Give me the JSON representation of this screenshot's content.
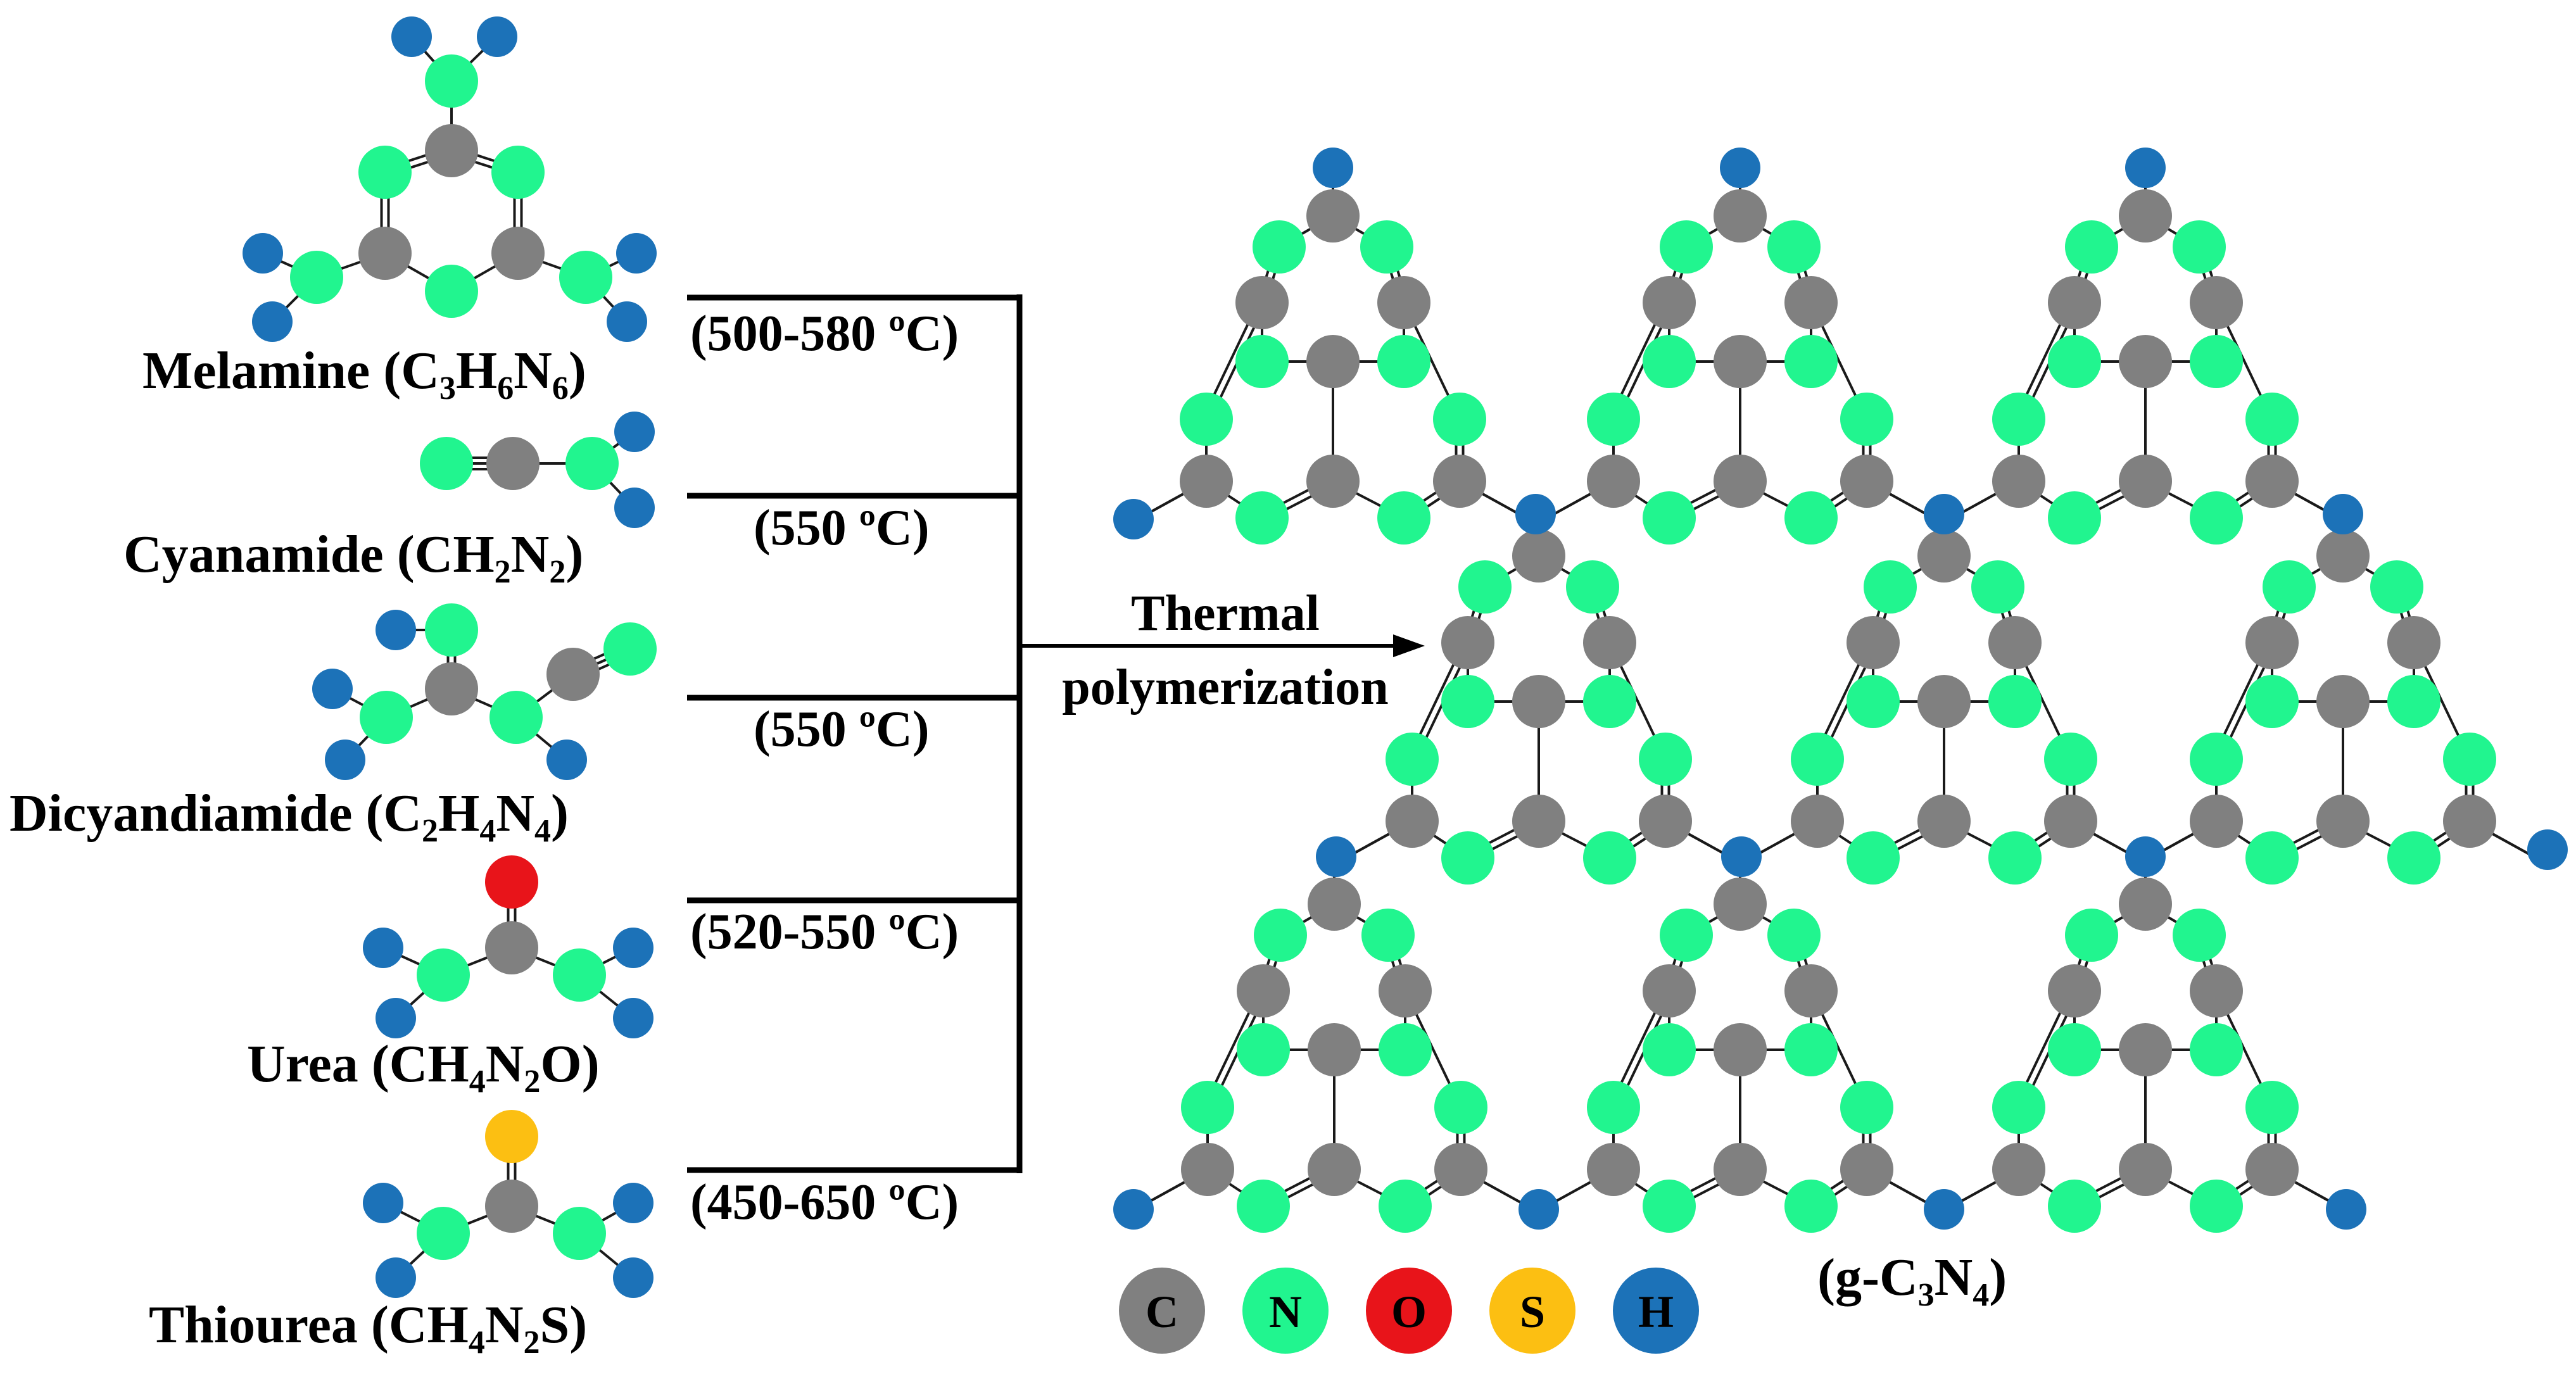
{
  "colors": {
    "C": "#808080",
    "N": "#21f58f",
    "O": "#e8141a",
    "S": "#fcbf12",
    "H": "#1c72b8",
    "bond": "#1a1a1a"
  },
  "precursors": [
    {
      "id": "melamine",
      "label_name": "Melamine (C",
      "formula": [
        {
          "t": "Melamine (C"
        },
        {
          "t": "3",
          "sub": true
        },
        {
          "t": "H"
        },
        {
          "t": "6",
          "sub": true
        },
        {
          "t": "N"
        },
        {
          "t": "6",
          "sub": true
        },
        {
          "t": ")"
        }
      ],
      "temperature": "(500-580 ºC)"
    },
    {
      "id": "cyanamide",
      "formula": [
        {
          "t": "Cyanamide (CH"
        },
        {
          "t": "2",
          "sub": true
        },
        {
          "t": "N"
        },
        {
          "t": "2",
          "sub": true
        },
        {
          "t": ")"
        }
      ],
      "temperature": "(550 ºC)"
    },
    {
      "id": "dicyandiamide",
      "formula": [
        {
          "t": "Dicyandiamide (C"
        },
        {
          "t": "2",
          "sub": true
        },
        {
          "t": "H"
        },
        {
          "t": "4",
          "sub": true
        },
        {
          "t": "N"
        },
        {
          "t": "4",
          "sub": true
        },
        {
          "t": ")"
        }
      ],
      "temperature": "(550 ºC)"
    },
    {
      "id": "urea",
      "formula": [
        {
          "t": "Urea (CH"
        },
        {
          "t": "4",
          "sub": true
        },
        {
          "t": "N"
        },
        {
          "t": "2",
          "sub": true
        },
        {
          "t": "O)"
        }
      ],
      "temperature": "(520-550 ºC)"
    },
    {
      "id": "thiourea",
      "formula": [
        {
          "t": "Thiourea (CH"
        },
        {
          "t": "4",
          "sub": true
        },
        {
          "t": "N"
        },
        {
          "t": "2",
          "sub": true
        },
        {
          "t": "S)"
        }
      ],
      "temperature": "(450-650 ºC)"
    }
  ],
  "process": {
    "line1": "Thermal",
    "line2": "polymerization"
  },
  "product": {
    "formula": [
      {
        "t": "(g-C"
      },
      {
        "t": "3",
        "sub": true
      },
      {
        "t": "N"
      },
      {
        "t": "4",
        "sub": true
      },
      {
        "t": ")"
      }
    ]
  },
  "legend": [
    {
      "symbol": "C",
      "color_key": "C"
    },
    {
      "symbol": "N",
      "color_key": "N"
    },
    {
      "symbol": "O",
      "color_key": "O"
    },
    {
      "symbol": "S",
      "color_key": "S"
    },
    {
      "symbol": "H",
      "color_key": "H"
    }
  ]
}
